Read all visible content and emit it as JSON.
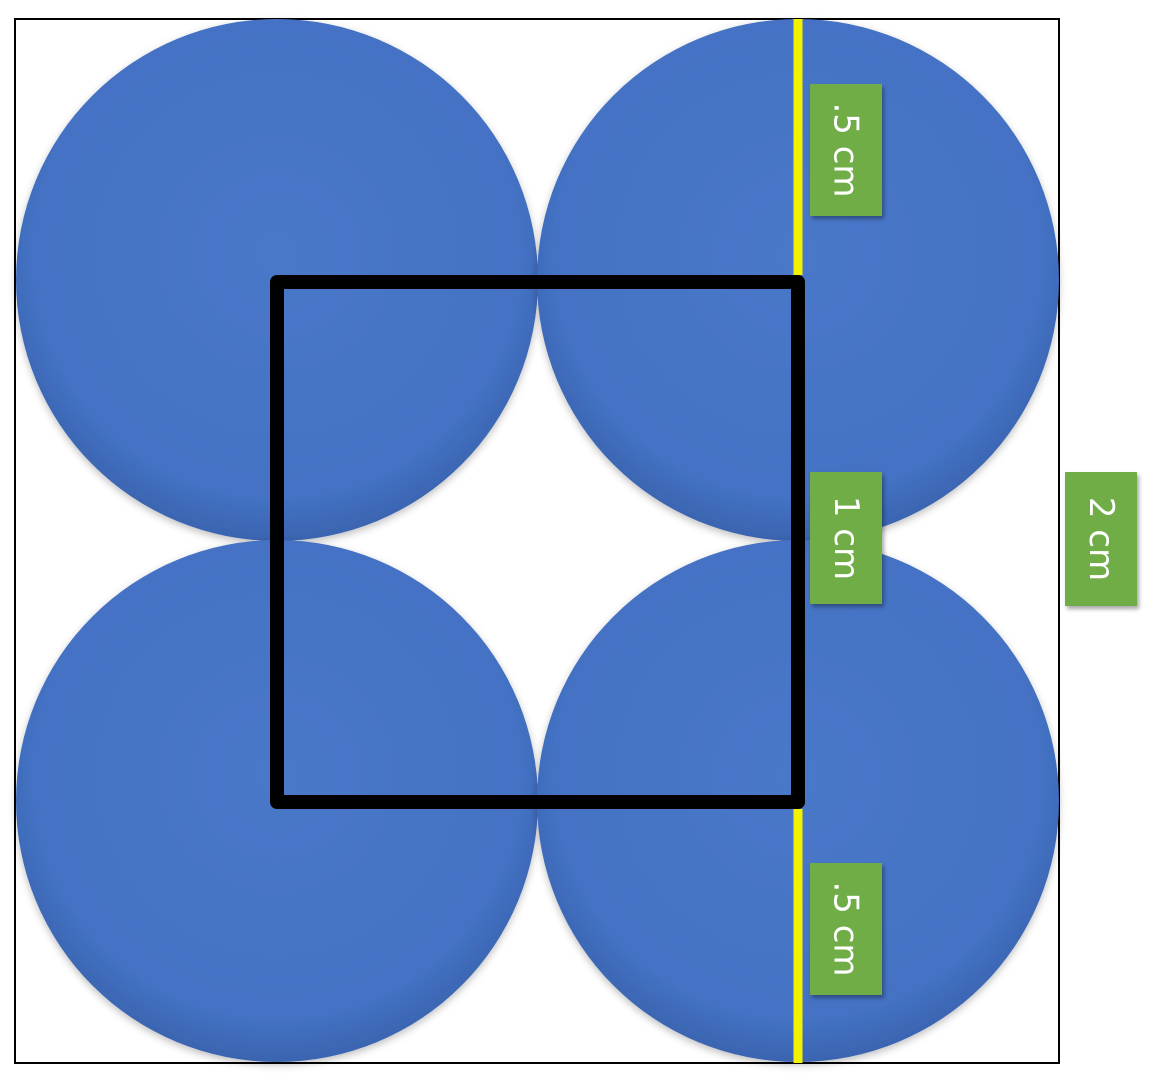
{
  "colors": {
    "circle_fill": "#4472c4",
    "square_stroke": "#000000",
    "frame_stroke": "#000000",
    "measure_line": "#f2f200",
    "label_fill": "#70ad47",
    "label_text": "#ffffff"
  },
  "labels": {
    "top_half": ".5 cm",
    "middle_one": "1 cm",
    "bottom_half": ".5 cm",
    "total_two": "2 cm"
  }
}
